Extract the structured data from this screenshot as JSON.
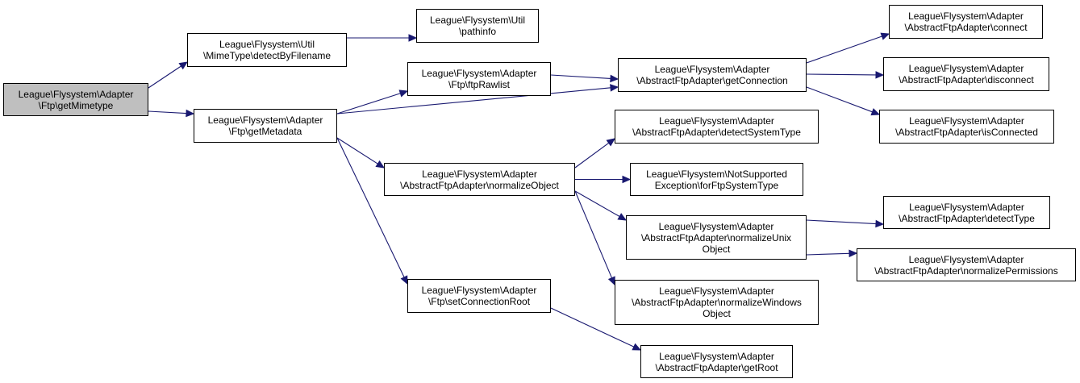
{
  "colors": {
    "edge": "#191970",
    "root_fill": "#bfbfbf",
    "node_fill": "#ffffff",
    "border": "#000000"
  },
  "nodes": {
    "getMimetype": [
      "League\\Flysystem\\Adapter",
      "\\Ftp\\getMimetype"
    ],
    "detectByFilename": [
      "League\\Flysystem\\Util",
      "\\MimeType\\detectByFilename"
    ],
    "getMetadata": [
      "League\\Flysystem\\Adapter",
      "\\Ftp\\getMetadata"
    ],
    "pathinfo": [
      "League\\Flysystem\\Util",
      "\\pathinfo"
    ],
    "ftpRawlist": [
      "League\\Flysystem\\Adapter",
      "\\Ftp\\ftpRawlist"
    ],
    "normalizeObject": [
      "League\\Flysystem\\Adapter",
      "\\AbstractFtpAdapter\\normalizeObject"
    ],
    "setConnectionRoot": [
      "League\\Flysystem\\Adapter",
      "\\Ftp\\setConnectionRoot"
    ],
    "getConnection": [
      "League\\Flysystem\\Adapter",
      "\\AbstractFtpAdapter\\getConnection"
    ],
    "detectSystemType": [
      "League\\Flysystem\\Adapter",
      "\\AbstractFtpAdapter\\detectSystemType"
    ],
    "forFtpSystemType": [
      "League\\Flysystem\\NotSupported",
      "Exception\\forFtpSystemType"
    ],
    "normalizeUnixObject": [
      "League\\Flysystem\\Adapter",
      "\\AbstractFtpAdapter\\normalizeUnix",
      "Object"
    ],
    "normalizeWindowsObject": [
      "League\\Flysystem\\Adapter",
      "\\AbstractFtpAdapter\\normalizeWindows",
      "Object"
    ],
    "getRoot": [
      "League\\Flysystem\\Adapter",
      "\\AbstractFtpAdapter\\getRoot"
    ],
    "connect": [
      "League\\Flysystem\\Adapter",
      "\\AbstractFtpAdapter\\connect"
    ],
    "disconnect": [
      "League\\Flysystem\\Adapter",
      "\\AbstractFtpAdapter\\disconnect"
    ],
    "isConnected": [
      "League\\Flysystem\\Adapter",
      "\\AbstractFtpAdapter\\isConnected"
    ],
    "detectType": [
      "League\\Flysystem\\Adapter",
      "\\AbstractFtpAdapter\\detectType"
    ],
    "normalizePermissions": [
      "League\\Flysystem\\Adapter",
      "\\AbstractFtpAdapter\\normalizePermissions"
    ]
  },
  "edges": [
    [
      "getMimetype",
      "detectByFilename"
    ],
    [
      "getMimetype",
      "getMetadata"
    ],
    [
      "detectByFilename",
      "pathinfo"
    ],
    [
      "getMetadata",
      "ftpRawlist"
    ],
    [
      "getMetadata",
      "getConnection"
    ],
    [
      "getMetadata",
      "normalizeObject"
    ],
    [
      "getMetadata",
      "setConnectionRoot"
    ],
    [
      "ftpRawlist",
      "getConnection"
    ],
    [
      "getConnection",
      "connect"
    ],
    [
      "getConnection",
      "disconnect"
    ],
    [
      "getConnection",
      "isConnected"
    ],
    [
      "normalizeObject",
      "detectSystemType"
    ],
    [
      "normalizeObject",
      "forFtpSystemType"
    ],
    [
      "normalizeObject",
      "normalizeUnixObject"
    ],
    [
      "normalizeObject",
      "normalizeWindowsObject"
    ],
    [
      "normalizeUnixObject",
      "detectType"
    ],
    [
      "normalizeUnixObject",
      "normalizePermissions"
    ],
    [
      "setConnectionRoot",
      "getRoot"
    ]
  ]
}
